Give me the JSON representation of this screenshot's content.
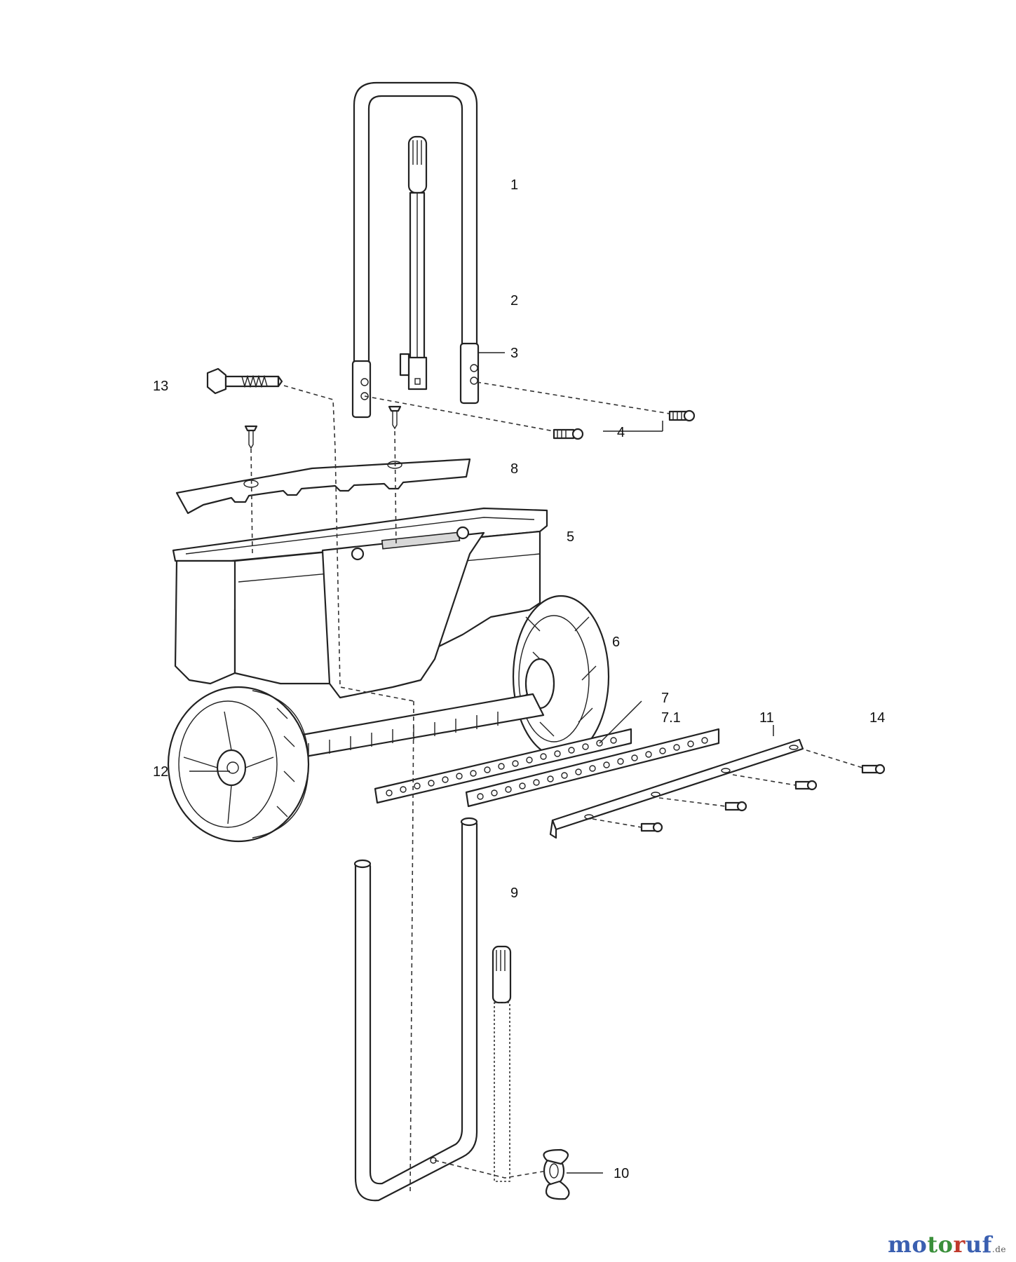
{
  "labels": {
    "p1": "1",
    "p2": "2",
    "p3": "3",
    "p4": "4",
    "p5": "5",
    "p6": "6",
    "p7": "7",
    "p7_1": "7.1",
    "p8": "8",
    "p9": "9",
    "p10": "10",
    "p11": "11",
    "p12": "12",
    "p13": "13",
    "p14": "14"
  },
  "watermark": {
    "part1": "mo",
    "part2": "to",
    "part3": "r",
    "part4": "uf",
    "tld": ".de"
  }
}
